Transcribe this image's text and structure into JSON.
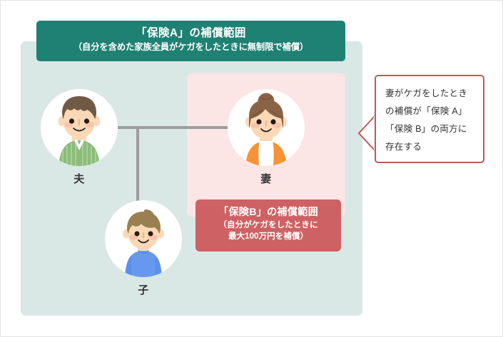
{
  "diagram": {
    "title_banner": {
      "line1": "「保険A」の補償範囲",
      "line2": "（自分を含めた家族全員がケガをしたときに無制限で補償）",
      "color": "#1f8173"
    },
    "insurance_b_banner": {
      "line1": "「保険B」の補償範囲",
      "line2": "（自分がケガをしたときに",
      "line3": "最大100万円を補償）",
      "color": "#cd6163"
    },
    "scope_a_region": {
      "color": "#d9e7e5"
    },
    "scope_b_region": {
      "color": "#fce5e5"
    },
    "people": [
      {
        "id": "husband",
        "label": "夫",
        "hair_color": "#6f5a45",
        "shirt_color": "#8bbc7a"
      },
      {
        "id": "wife",
        "label": "妻",
        "hair_color": "#8a6347",
        "shirt_color": "#f79334"
      },
      {
        "id": "child",
        "label": "子",
        "hair_color": "#9a8050",
        "shirt_color": "#6699ee"
      }
    ],
    "callout": {
      "line1": "妻がケガをしたとき",
      "line2": "の補償が「保険 A」",
      "line3": "「保険 B」の両方に",
      "line4": "存在する",
      "border_color": "#c0585a"
    },
    "connector_color": "#9d9d9d"
  }
}
